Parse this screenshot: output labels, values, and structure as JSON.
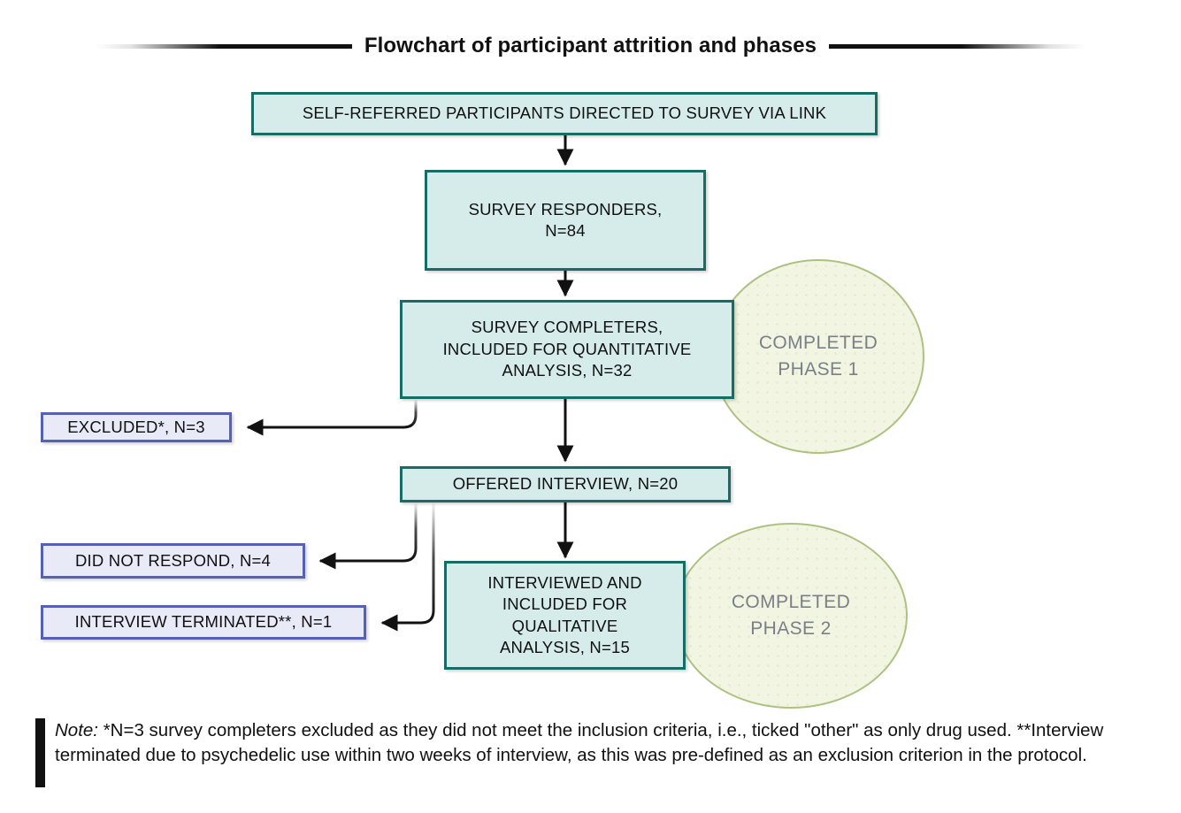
{
  "title": "Flowchart of participant attrition and phases",
  "colors": {
    "teal_fill": "#d5ecea",
    "teal_border": "#176c65",
    "lavender_fill": "#e8eaf8",
    "lavender_border": "#5461b5",
    "circle_fill": "#f1f5e2",
    "circle_border": "#aec183",
    "circle_text": "#7b7f86",
    "connector": "#111111",
    "text": "#101010"
  },
  "flow": {
    "nodes": [
      {
        "id": "recruitment",
        "label": "SELF-REFERRED PARTICIPANTS DIRECTED TO SURVEY VIA LINK",
        "kind": "process"
      },
      {
        "id": "responders",
        "label": "SURVEY RESPONDERS,\nN=84",
        "kind": "process",
        "n": 84
      },
      {
        "id": "completers",
        "label": "SURVEY COMPLETERS,\nINCLUDED FOR QUANTITATIVE\nANALYSIS, N=32",
        "kind": "process",
        "n": 32
      },
      {
        "id": "offered",
        "label": "OFFERED INTERVIEW, N=20",
        "kind": "process",
        "n": 20
      },
      {
        "id": "interviewed",
        "label": "INTERVIEWED AND\nINCLUDED FOR\nQUALITATIVE\nANALYSIS, N=15",
        "kind": "process",
        "n": 15
      },
      {
        "id": "excluded",
        "label": "EXCLUDED*, N=3",
        "kind": "exclusion",
        "n": 3
      },
      {
        "id": "no-response",
        "label": "DID NOT RESPOND, N=4",
        "kind": "exclusion",
        "n": 4
      },
      {
        "id": "terminated",
        "label": "INTERVIEW TERMINATED**, N=1",
        "kind": "exclusion",
        "n": 1
      }
    ],
    "phases": [
      {
        "id": "phase-1",
        "label": "COMPLETED\nPHASE 1"
      },
      {
        "id": "phase-2",
        "label": "COMPLETED\nPHASE 2"
      }
    ]
  },
  "note": {
    "lead": "Note:",
    "body": " *N=3 survey completers excluded as they did not meet the inclusion criteria, i.e., ticked \"other\" as only drug used. **Interview terminated due to psychedelic use within two weeks of interview, as this was pre-defined as an exclusion criterion in the protocol."
  }
}
